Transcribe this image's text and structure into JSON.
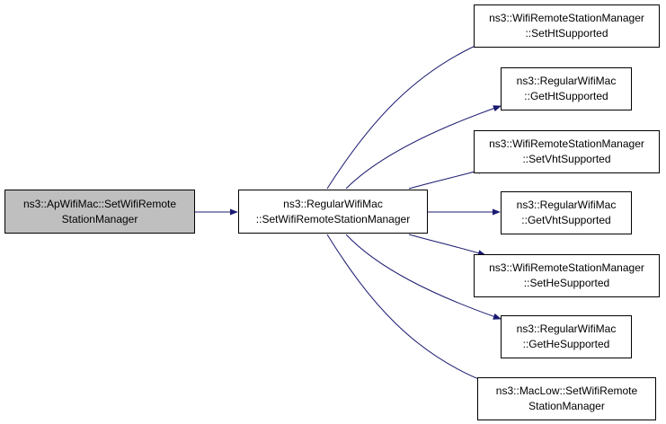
{
  "colors": {
    "edge": "#191970",
    "root_fill": "#bfbfbf",
    "node_fill": "#ffffff",
    "border": "#000000"
  },
  "nodes": {
    "root": {
      "line1": "ns3::ApWifiMac::SetWifiRemote",
      "line2": "StationManager"
    },
    "middle": {
      "line1": "ns3::RegularWifiMac",
      "line2": "::SetWifiRemoteStationManager"
    },
    "set_ht": {
      "line1": "ns3::WifiRemoteStationManager",
      "line2": "::SetHtSupported"
    },
    "get_ht": {
      "line1": "ns3::RegularWifiMac",
      "line2": "::GetHtSupported"
    },
    "set_vht": {
      "line1": "ns3::WifiRemoteStationManager",
      "line2": "::SetVhtSupported"
    },
    "get_vht": {
      "line1": "ns3::RegularWifiMac",
      "line2": "::GetVhtSupported"
    },
    "set_he": {
      "line1": "ns3::WifiRemoteStationManager",
      "line2": "::SetHeSupported"
    },
    "get_he": {
      "line1": "ns3::RegularWifiMac",
      "line2": "::GetHeSupported"
    },
    "maclow": {
      "line1": "ns3::MacLow::SetWifiRemote",
      "line2": "StationManager"
    }
  }
}
